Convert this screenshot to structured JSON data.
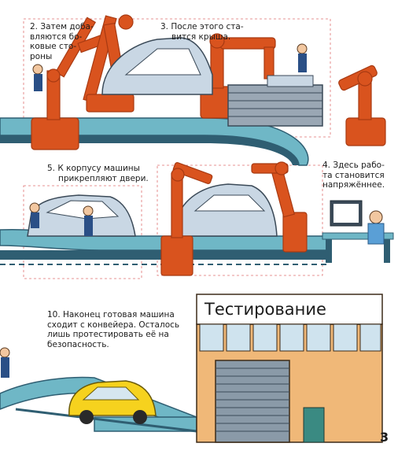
{
  "captions": {
    "step2": [
      "2. Затем доба-",
      "вляются бо-",
      "ковые сто-",
      "роны"
    ],
    "step3": [
      "3. После этого ста-",
      "вится крыша."
    ],
    "step4": [
      "4. Здесь рабо-",
      "та становится",
      "напряжённее."
    ],
    "step5": [
      "5. К корпусу машины",
      "прикрепляют двери."
    ],
    "step10": [
      "10. Наконец готовая машина",
      "сходит с конвейера. Осталось",
      "лишь протестировать её на",
      "безопасность."
    ]
  },
  "testing_sign": "Тестирование",
  "page_number": "3",
  "colors": {
    "robot": "#d9531e",
    "robot_dark": "#a83a12",
    "belt": "#6fb7c6",
    "belt_dark": "#2f5e72",
    "car_body": "#c9d7e4",
    "car_yellow": "#f6d21e",
    "building": "#f0b878",
    "guide": "#e05a5a"
  }
}
